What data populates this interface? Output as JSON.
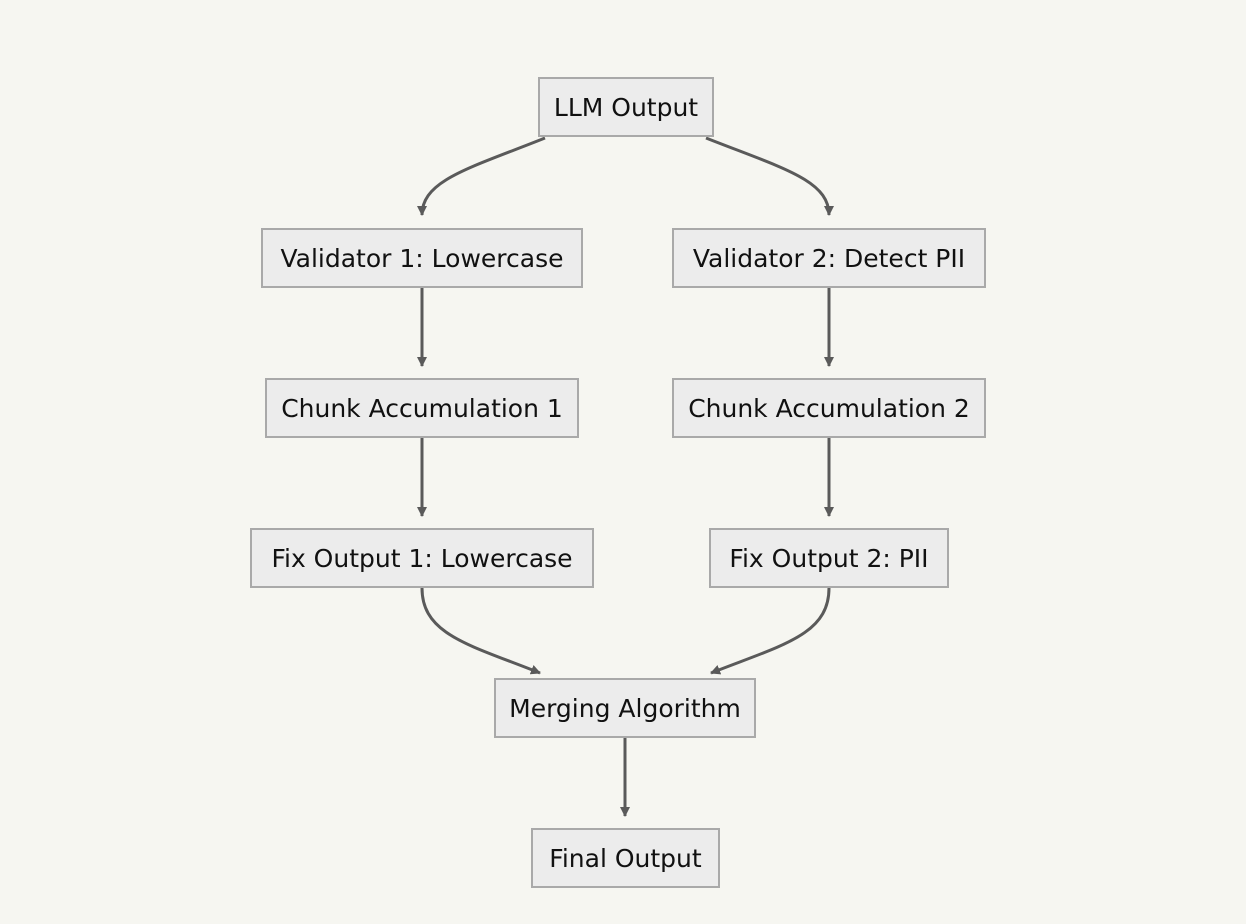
{
  "diagram": {
    "nodes": {
      "llm_output": "LLM Output",
      "validator_1": "Validator 1: Lowercase",
      "validator_2": "Validator 2: Detect PII",
      "chunk_acc_1": "Chunk Accumulation 1",
      "chunk_acc_2": "Chunk Accumulation 2",
      "fix_output_1": "Fix Output 1: Lowercase",
      "fix_output_2": "Fix Output 2: PII",
      "merging": "Merging Algorithm",
      "final_output": "Final Output"
    },
    "edges": [
      [
        "llm_output",
        "validator_1"
      ],
      [
        "llm_output",
        "validator_2"
      ],
      [
        "validator_1",
        "chunk_acc_1"
      ],
      [
        "validator_2",
        "chunk_acc_2"
      ],
      [
        "chunk_acc_1",
        "fix_output_1"
      ],
      [
        "chunk_acc_2",
        "fix_output_2"
      ],
      [
        "fix_output_1",
        "merging"
      ],
      [
        "fix_output_2",
        "merging"
      ],
      [
        "merging",
        "final_output"
      ]
    ],
    "colors": {
      "background": "#f6f6f1",
      "node_fill": "#ececec",
      "node_border": "#a9a9a9",
      "edge": "#5a5a5a"
    }
  }
}
